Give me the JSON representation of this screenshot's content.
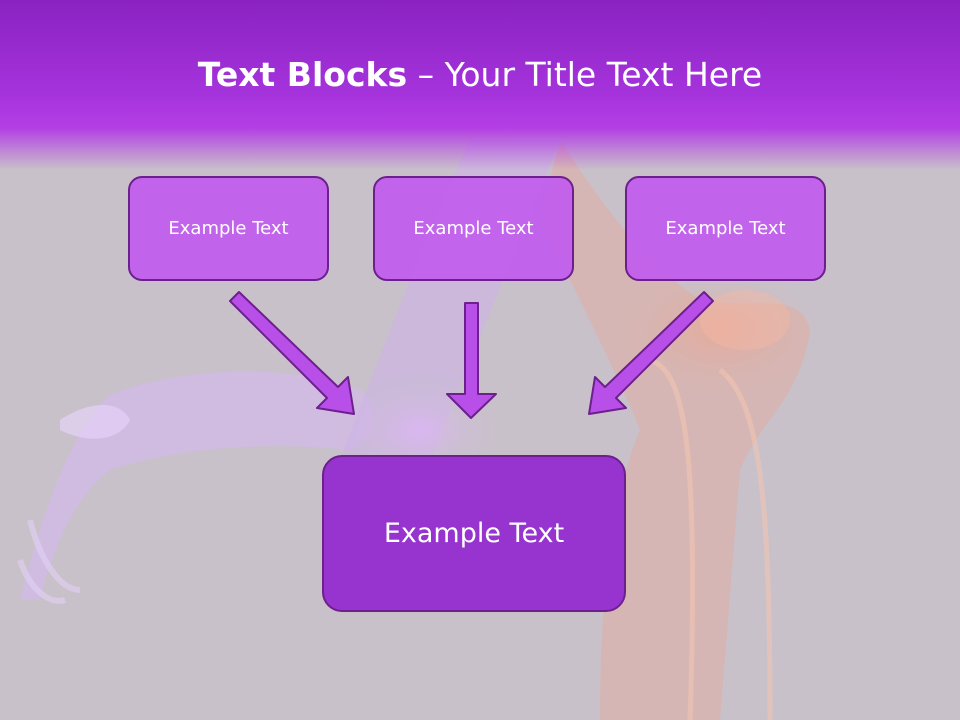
{
  "slide": {
    "title_bold": "Text Blocks",
    "title_separator": " – ",
    "title_rest": "Your Title Text Here"
  },
  "blocks": [
    {
      "label": "Example Text"
    },
    {
      "label": "Example Text"
    },
    {
      "label": "Example Text"
    }
  ],
  "main_block": {
    "label": "Example Text"
  },
  "colors": {
    "header": "#a533dc",
    "box_fill": "#c15cee",
    "box_border": "#6d1f8e",
    "main_fill": "#9733cf",
    "arrow_fill": "#b84fe8",
    "background": "#c8c1ca"
  }
}
